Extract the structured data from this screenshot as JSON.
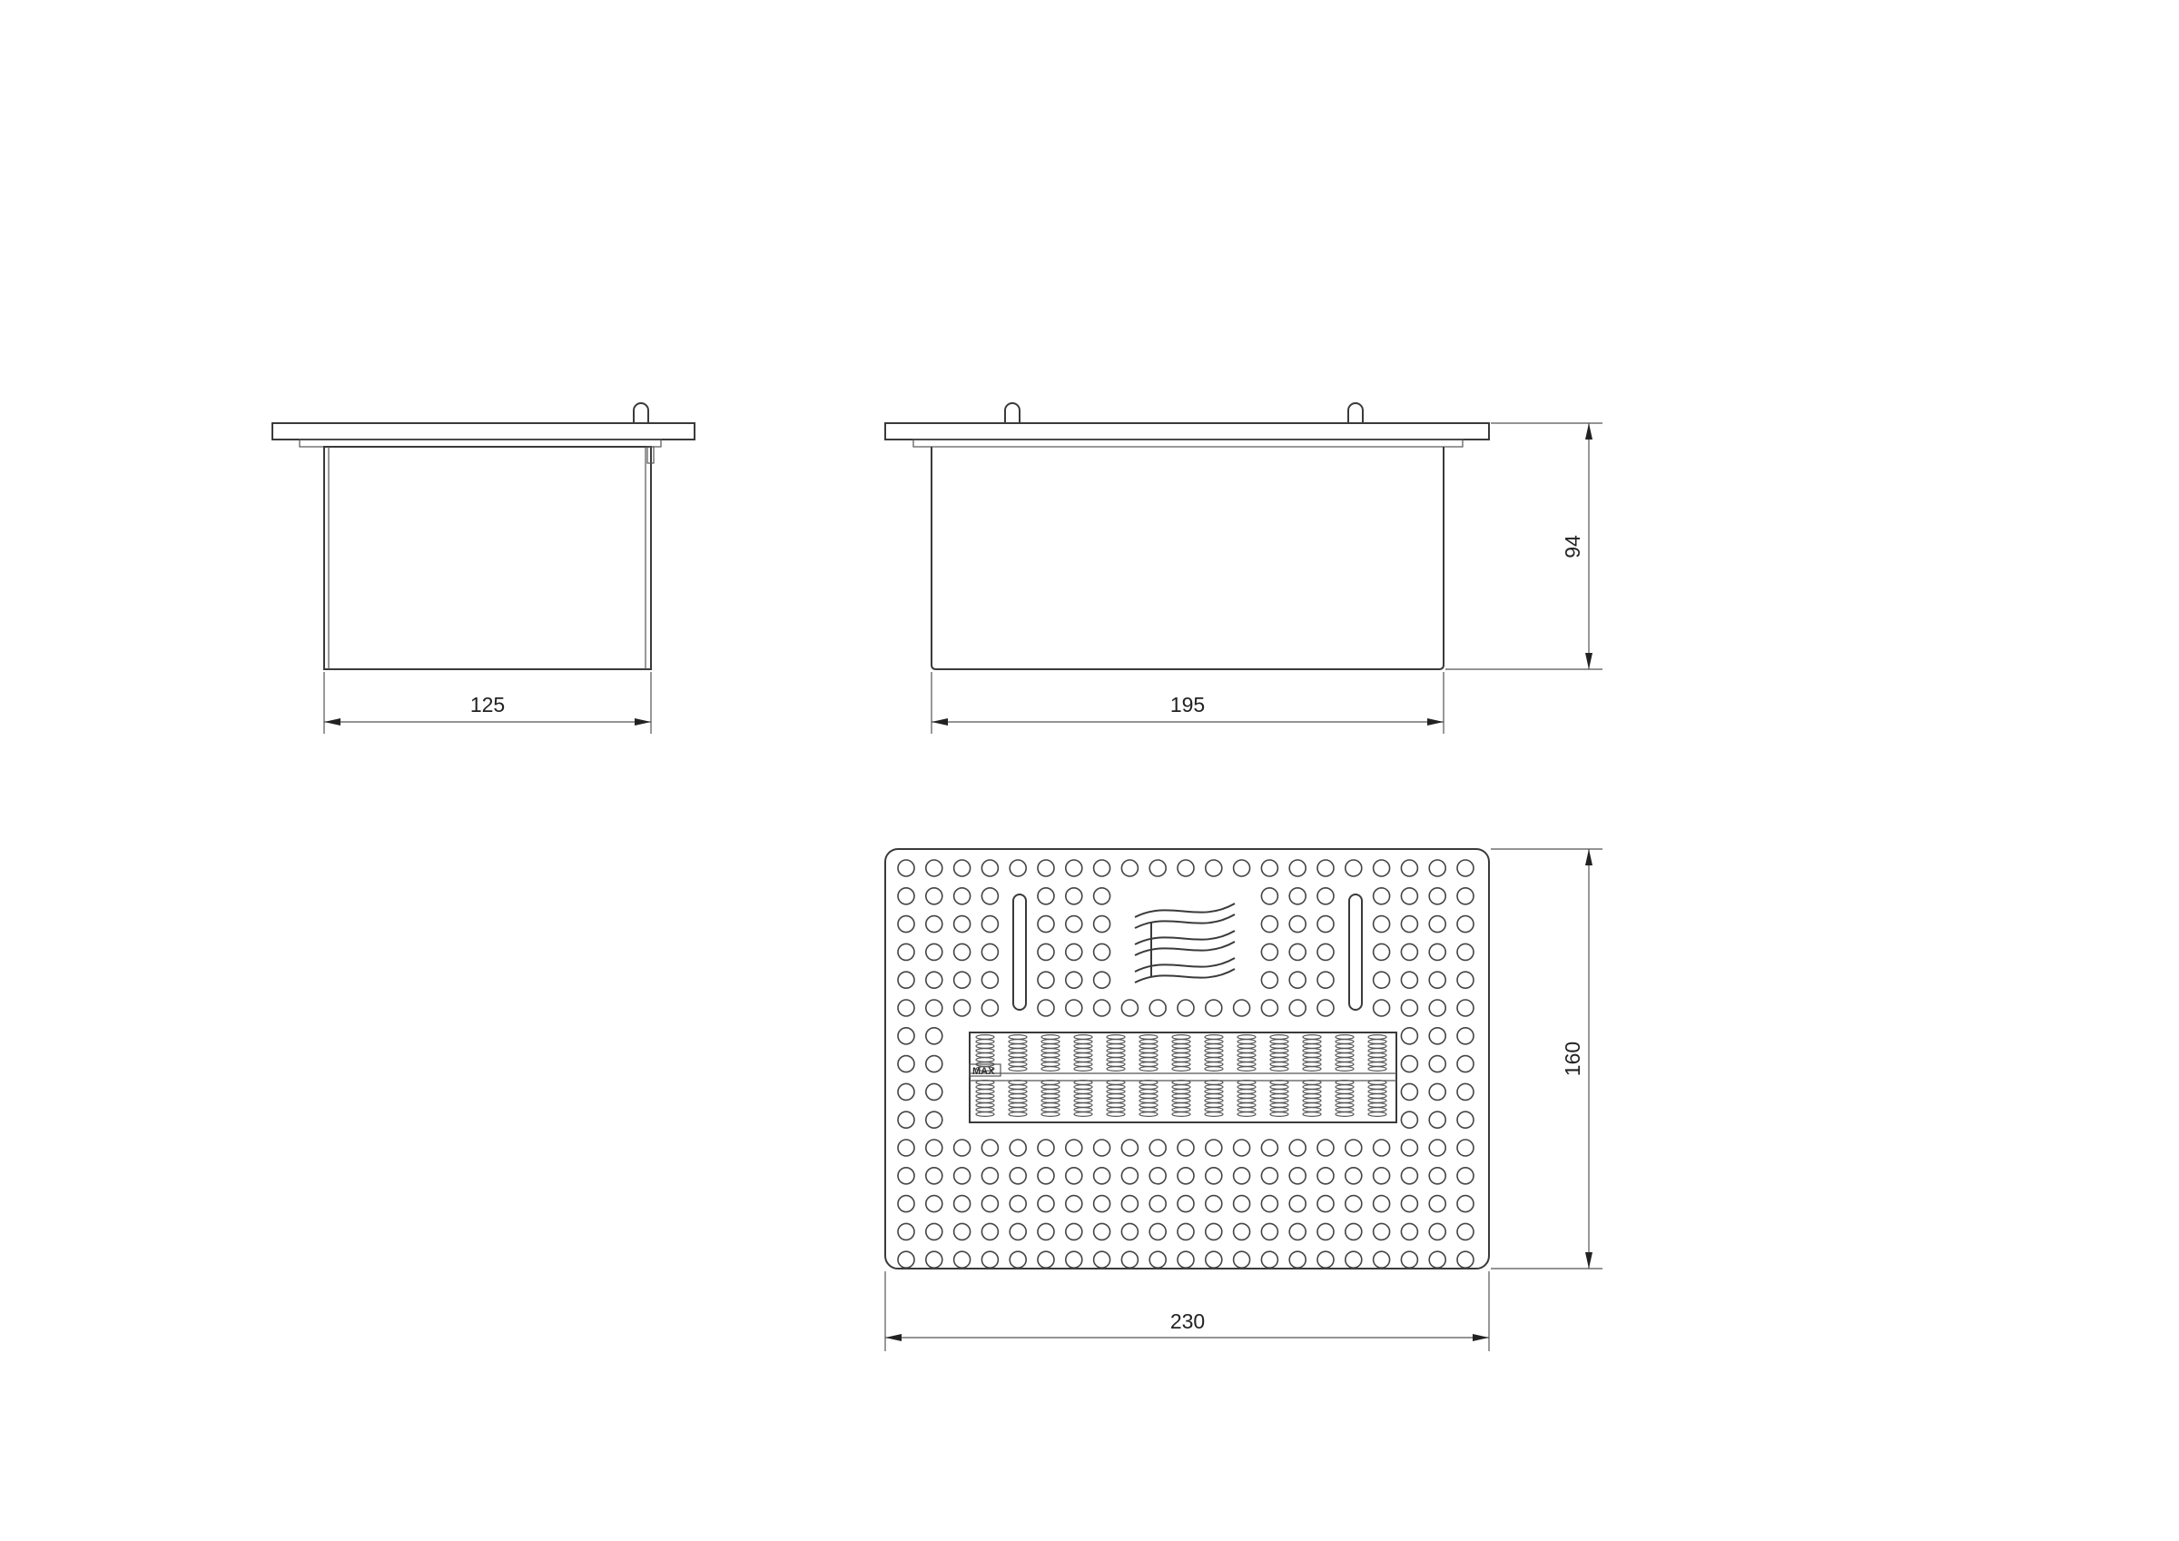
{
  "dimensions": {
    "side_width": "125",
    "front_width": "195",
    "height": "94",
    "top_width": "230",
    "top_depth": "160"
  },
  "logo_mark": "MAX",
  "colors": {
    "line": "#3a3a3a",
    "background": "#ffffff"
  },
  "icons": {
    "logo": "wave-logo-icon"
  }
}
